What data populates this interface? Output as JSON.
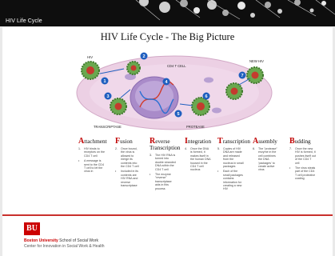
{
  "window": {
    "title": "HIV Life Cycle"
  },
  "slide": {
    "title": "HIV Life Cycle - The Big Picture",
    "labels": {
      "hiv": "HIV",
      "cd4": "CD4 T CELL",
      "new_hiv": "NEW HIV",
      "transcriptase": "TRANSCRIPTASE",
      "protease": "PROTEASE"
    },
    "step_numbers": [
      "1",
      "2",
      "3",
      "4",
      "5",
      "6",
      "7"
    ],
    "steps": [
      {
        "cap": "A",
        "rest": "ttachment",
        "line2": "",
        "bullets": [
          {
            "n": "1.",
            "t": "HIV binds to receptors on the CD4 T cell"
          },
          {
            "n": "•",
            "t": "A message is sent to the CD4 T cell to let the virus in"
          }
        ]
      },
      {
        "cap": "F",
        "rest": "usion",
        "line2": "",
        "bullets": [
          {
            "n": "2.",
            "t": "Once bound, the virus is allowed to merge its contents into the CD4 T cell"
          },
          {
            "n": "•",
            "t": "Included in its contents are HIV RNA and reverse transcriptase"
          }
        ]
      },
      {
        "cap": "R",
        "rest": "everse",
        "line2": "Transcription",
        "bullets": [
          {
            "n": "3.",
            "t": "The HIV RNA is turned into double stranded DNA within the CD4 T cell"
          },
          {
            "n": "•",
            "t": "The enzyme \"reverse\" transcriptase aids in this process"
          }
        ]
      },
      {
        "cap": "I",
        "rest": "ntegration",
        "line2": "",
        "bullets": [
          {
            "n": "4.",
            "t": "Once the DNA is formed, it makes itself in the human DNA housed in the CD4 T cell nucleus"
          }
        ]
      },
      {
        "cap": "T",
        "rest": "ranscription",
        "line2": "",
        "bullets": [
          {
            "n": "5.",
            "t": "Copies of HIV DNA are made and released from the nucleus in small packages"
          },
          {
            "n": "•",
            "t": "Each of the small packages contains information for creating a new HIV"
          }
        ]
      },
      {
        "cap": "A",
        "rest": "ssembly",
        "line2": "",
        "bullets": [
          {
            "n": "6.",
            "t": "The \"protease\" enzyme in the cell combines the DNA 'packages' to create active virus"
          }
        ]
      },
      {
        "cap": "B",
        "rest": "udding",
        "line2": "",
        "bullets": [
          {
            "n": "7.",
            "t": "Once the new HIV is formed, it pushes itself out of the CD4 T cell"
          },
          {
            "n": "•",
            "t": "The virus steals part of the CD4 T cell protective coating"
          }
        ]
      }
    ]
  },
  "footer": {
    "logo": "BU",
    "org_bold": "Boston University",
    "org_rest": " School of Social Work",
    "center": "Center for Innovation in Social Work & Health"
  },
  "colors": {
    "titlebar": "#0e0e0e",
    "accent_red": "#c00000",
    "cell_pink": "#e8c6dd",
    "virus_green": "#6aa84f",
    "badge_blue": "#1f5fbf"
  },
  "icons": [
    "hiv-virus-icon",
    "step-number-badge-icon",
    "dna-helix-icon",
    "nucleus-icon"
  ]
}
